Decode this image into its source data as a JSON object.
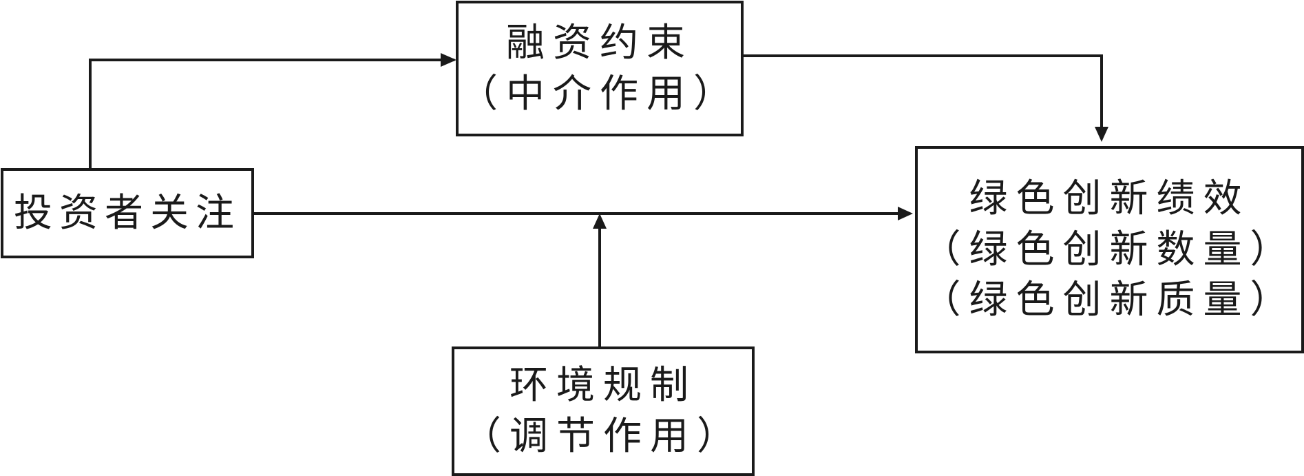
{
  "diagram": {
    "nodes": {
      "investor_attention": {
        "lines": [
          "投资者关注"
        ]
      },
      "financing_constraint": {
        "lines": [
          "融资约束",
          "（中介作用）"
        ]
      },
      "environmental_regulation": {
        "lines": [
          "环境规制",
          "（调节作用）"
        ]
      },
      "green_innovation": {
        "lines": [
          "绿色创新绩效",
          "（绿色创新数量）",
          "（绿色创新质量）"
        ]
      }
    },
    "edges": [
      {
        "from": "investor_attention",
        "to": "financing_constraint"
      },
      {
        "from": "financing_constraint",
        "to": "green_innovation"
      },
      {
        "from": "investor_attention",
        "to": "green_innovation"
      },
      {
        "from": "environmental_regulation",
        "to": "investor_attention->green_innovation"
      }
    ],
    "colors": {
      "stroke": "#1a1a1a",
      "background": "#ffffff"
    }
  }
}
